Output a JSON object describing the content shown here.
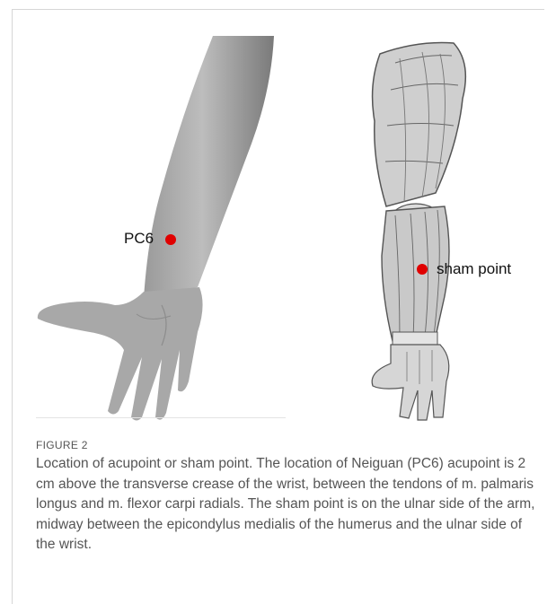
{
  "figure": {
    "label": "FIGURE 2",
    "caption": "Location of acupoint or sham point. The location of Neiguan (PC6) acupoint is 2 cm above the transverse crease of the wrist, between the tendons of m. palmaris longus and m. flexor carpi radials. The sham point is on the ulnar side of the arm, midway between the epicondylus medialis of the humerus and the ulnar side of the wrist.",
    "labels": {
      "pc6": "PC6",
      "sham": "sham point"
    },
    "colors": {
      "point": "#e00000",
      "caption_text": "#555555"
    }
  }
}
